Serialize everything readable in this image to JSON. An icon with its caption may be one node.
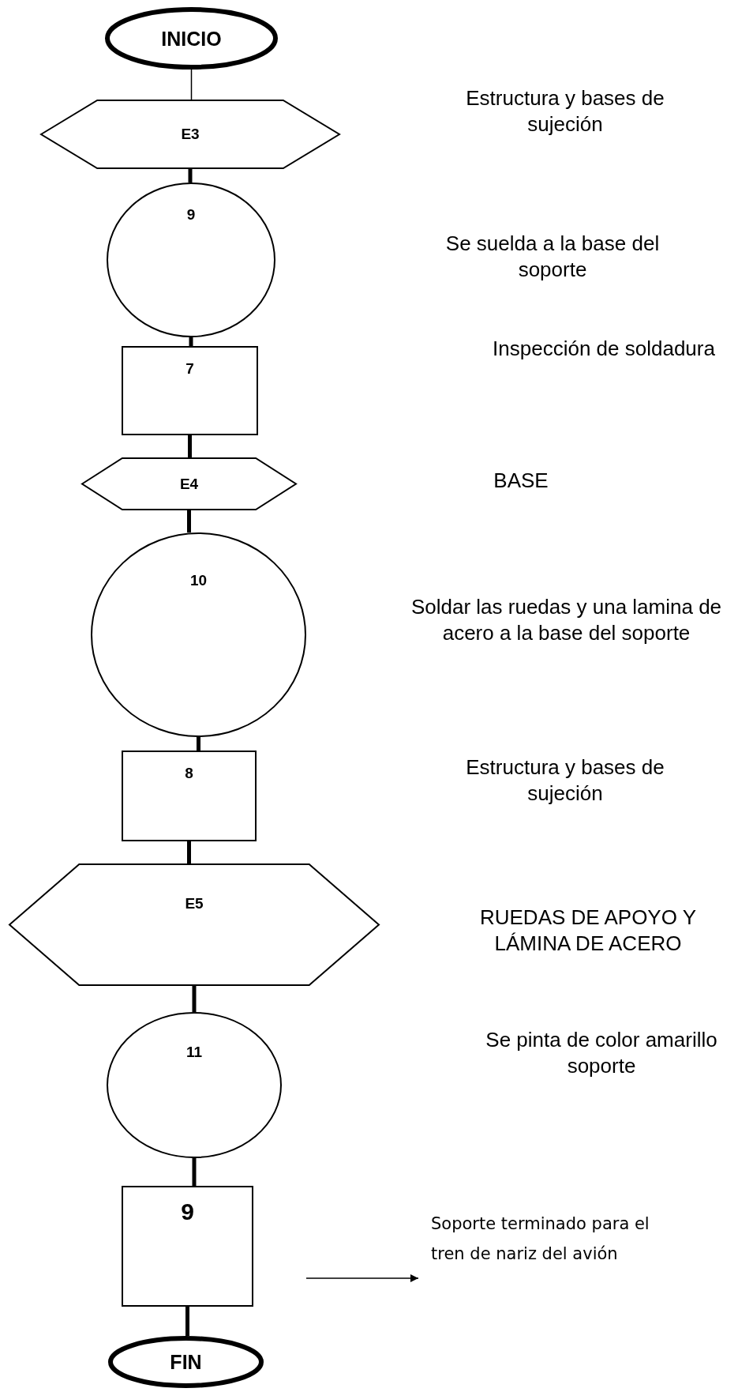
{
  "diagram": {
    "nodes": [
      {
        "text": [
          "INICIO"
        ]
      },
      {
        "text": [
          "E3"
        ]
      },
      {
        "text": [
          "9"
        ]
      },
      {
        "text": [
          "7"
        ]
      },
      {
        "text": [
          "E4"
        ]
      },
      {
        "text": [
          "10"
        ]
      },
      {
        "text": [
          "8"
        ]
      },
      {
        "text": [
          "E5"
        ]
      },
      {
        "text": [
          "11"
        ]
      },
      {
        "text": [
          "9"
        ]
      },
      {
        "text": [
          "FIN"
        ]
      },
      {
        "text": [
          "Soporte terminado para el tren de nariz del avión"
        ]
      }
    ],
    "edges": [
      {
        "from": 0,
        "to": 1,
        "arrow": "none"
      },
      {
        "from": 1,
        "to": 2,
        "arrow": "none"
      },
      {
        "from": 2,
        "to": 3,
        "arrow": "none"
      },
      {
        "from": 3,
        "to": 4,
        "arrow": "none"
      },
      {
        "from": 4,
        "to": 5,
        "arrow": "none"
      },
      {
        "from": 5,
        "to": 6,
        "arrow": "none"
      },
      {
        "from": 6,
        "to": 7,
        "arrow": "none"
      },
      {
        "from": 7,
        "to": 8,
        "arrow": "none"
      },
      {
        "from": 8,
        "to": 9,
        "arrow": "none"
      },
      {
        "from": 9,
        "to": 10,
        "arrow": "none"
      },
      {
        "from": null,
        "to": 11,
        "arrow": "to"
      }
    ],
    "labels": [
      "Estructura y bases de sujeción",
      "Se suelda a la base del soporte",
      "Inspección de soldadura",
      "BASE",
      "Soldar las ruedas y una lamina de acero a la base del soporte",
      "Estructura y bases de sujeción",
      "RUEDAS DE APOYO Y LÁMINA DE ACERO",
      "Se pinta de color amarillo soporte"
    ]
  }
}
